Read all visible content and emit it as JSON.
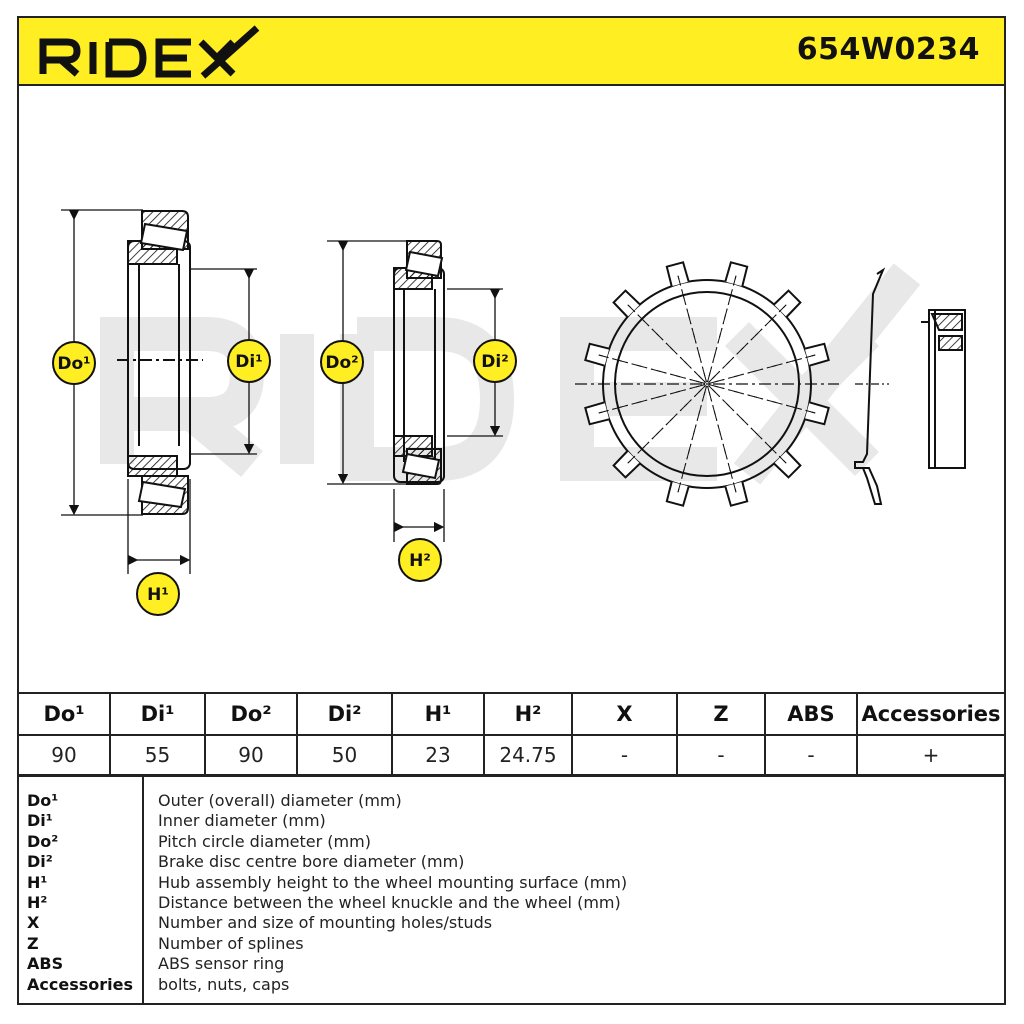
{
  "header": {
    "brand": "RIDEX",
    "part_number": "654W0234",
    "background_color": "#FFEE22"
  },
  "drawing": {
    "watermark": "RIDEX",
    "labels": {
      "do1": "Do¹",
      "di1": "Di¹",
      "do2": "Do²",
      "di2": "Di²",
      "h1": "H¹",
      "h2": "H²"
    },
    "badge_color": "#FFEE22"
  },
  "specs": {
    "columns": [
      "Do¹",
      "Di¹",
      "Do²",
      "Di²",
      "H¹",
      "H²",
      "X",
      "Z",
      "ABS",
      "Accessories"
    ],
    "values": [
      "90",
      "55",
      "90",
      "50",
      "23",
      "24.75",
      "-",
      "-",
      "-",
      "+"
    ]
  },
  "legend": [
    {
      "key": "Do¹",
      "desc": "Outer (overall) diameter (mm)"
    },
    {
      "key": "Di¹",
      "desc": "Inner diameter (mm)"
    },
    {
      "key": "Do²",
      "desc": "Pitch circle diameter (mm)"
    },
    {
      "key": "Di²",
      "desc": "Brake disc centre bore diameter (mm)"
    },
    {
      "key": "H¹",
      "desc": "Hub assembly height to the wheel mounting surface (mm)"
    },
    {
      "key": "H²",
      "desc": "Distance between the wheel knuckle and the wheel (mm)"
    },
    {
      "key": "X",
      "desc": "Number and size of mounting holes/studs"
    },
    {
      "key": "Z",
      "desc": "Number of splines"
    },
    {
      "key": "ABS",
      "desc": "ABS sensor ring"
    },
    {
      "key": "Accessories",
      "desc": "bolts, nuts, caps"
    }
  ]
}
